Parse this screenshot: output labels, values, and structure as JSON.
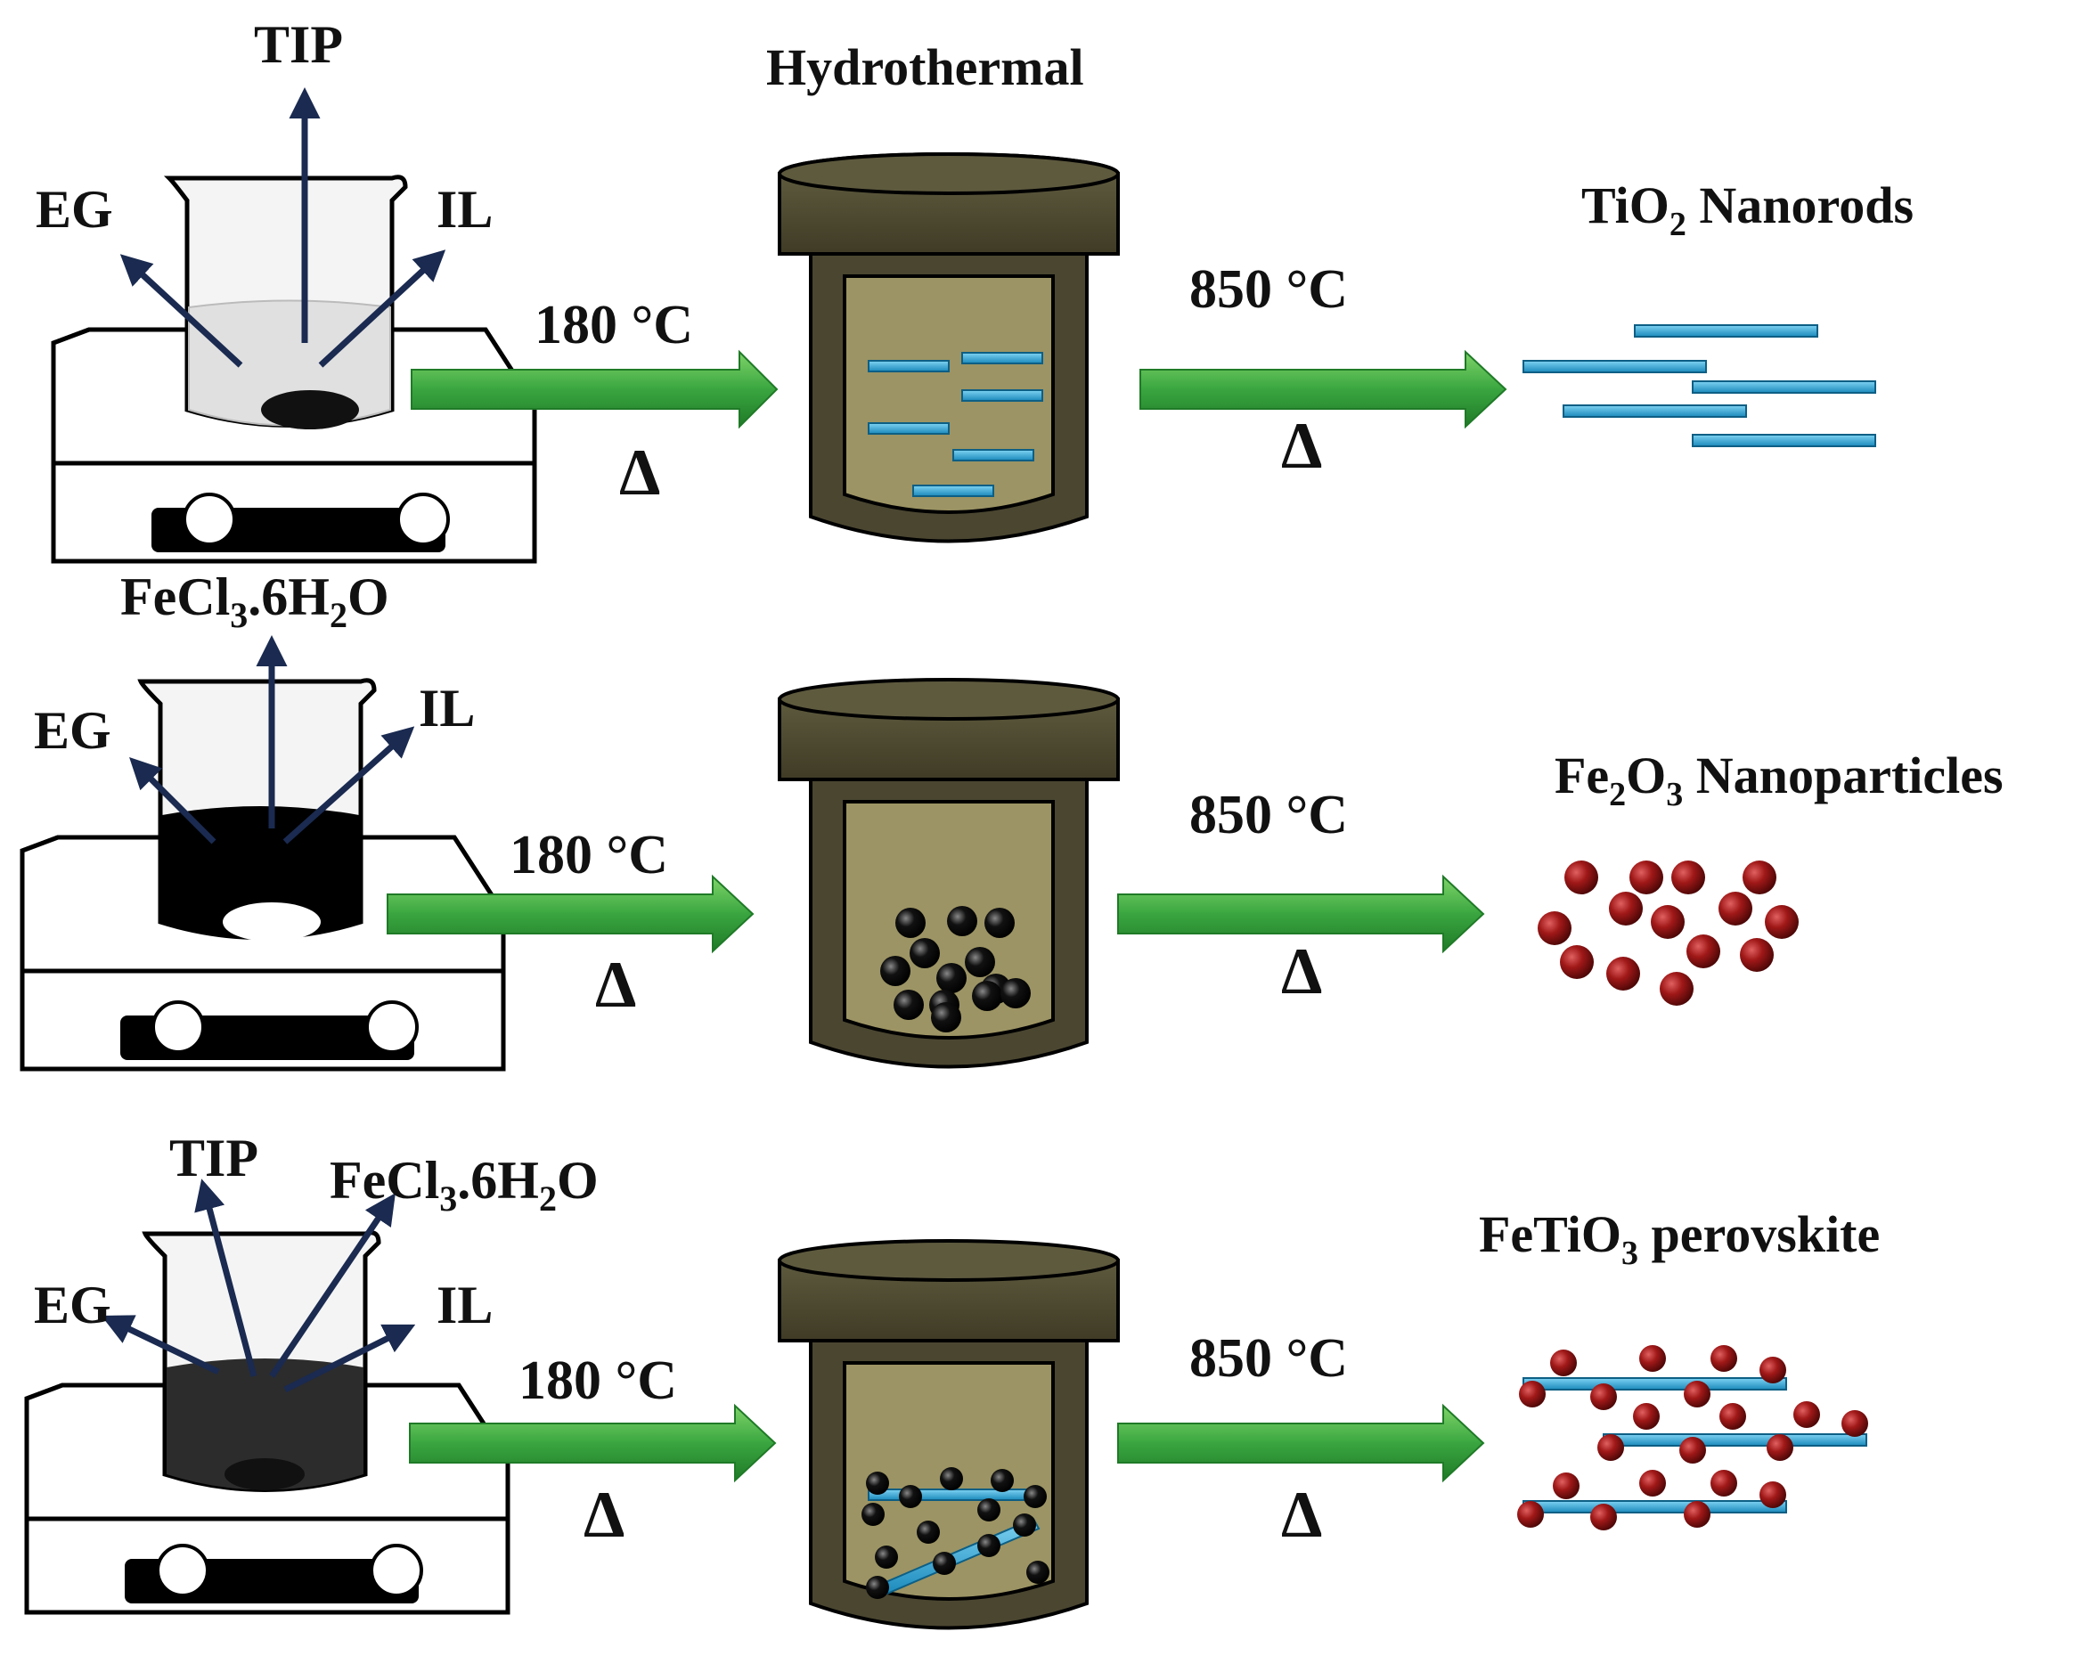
{
  "title": "Hydrothermal",
  "rows": [
    {
      "reagents": [
        "EG",
        "TIP",
        "IL"
      ],
      "reaction_temp": "180 °C",
      "calcination_temp": "850 °C",
      "heat_symbol": "Δ",
      "product": {
        "main": "TiO",
        "sub": "2",
        "rest": " Nanorods"
      },
      "solution": "light",
      "content": "rods"
    },
    {
      "reagents": [
        "EG",
        "FeCl3.6H2O",
        "IL"
      ],
      "reagent_parts": {
        "a": "FeCl",
        "b": "3",
        "c": ".6H",
        "d": "2",
        "e": "O"
      },
      "reaction_temp": "180 °C",
      "calcination_temp": "850 °C",
      "heat_symbol": "Δ",
      "product": {
        "main": "Fe",
        "sub": "2",
        "mid": "O",
        "sub2": "3",
        "rest": " Nanoparticles"
      },
      "solution": "black",
      "content": "particles"
    },
    {
      "reagents": [
        "TIP",
        "FeCl3.6H2O",
        "EG",
        "IL"
      ],
      "reaction_temp": "180 °C",
      "calcination_temp": "850 °C",
      "heat_symbol": "Δ",
      "product": {
        "main": "FeTiO",
        "sub": "3",
        "rest": " perovskite"
      },
      "solution": "dark-grey",
      "content": "rods-with-particles"
    }
  ],
  "colors": {
    "arrow_green": "#3aa640",
    "reagent_arrow": "#1a2a50",
    "autoclave_outer": "#4a4630",
    "autoclave_inner": "#9c9464",
    "rod_blue": "#2aa7d8",
    "particle_red": "#8b1010"
  }
}
